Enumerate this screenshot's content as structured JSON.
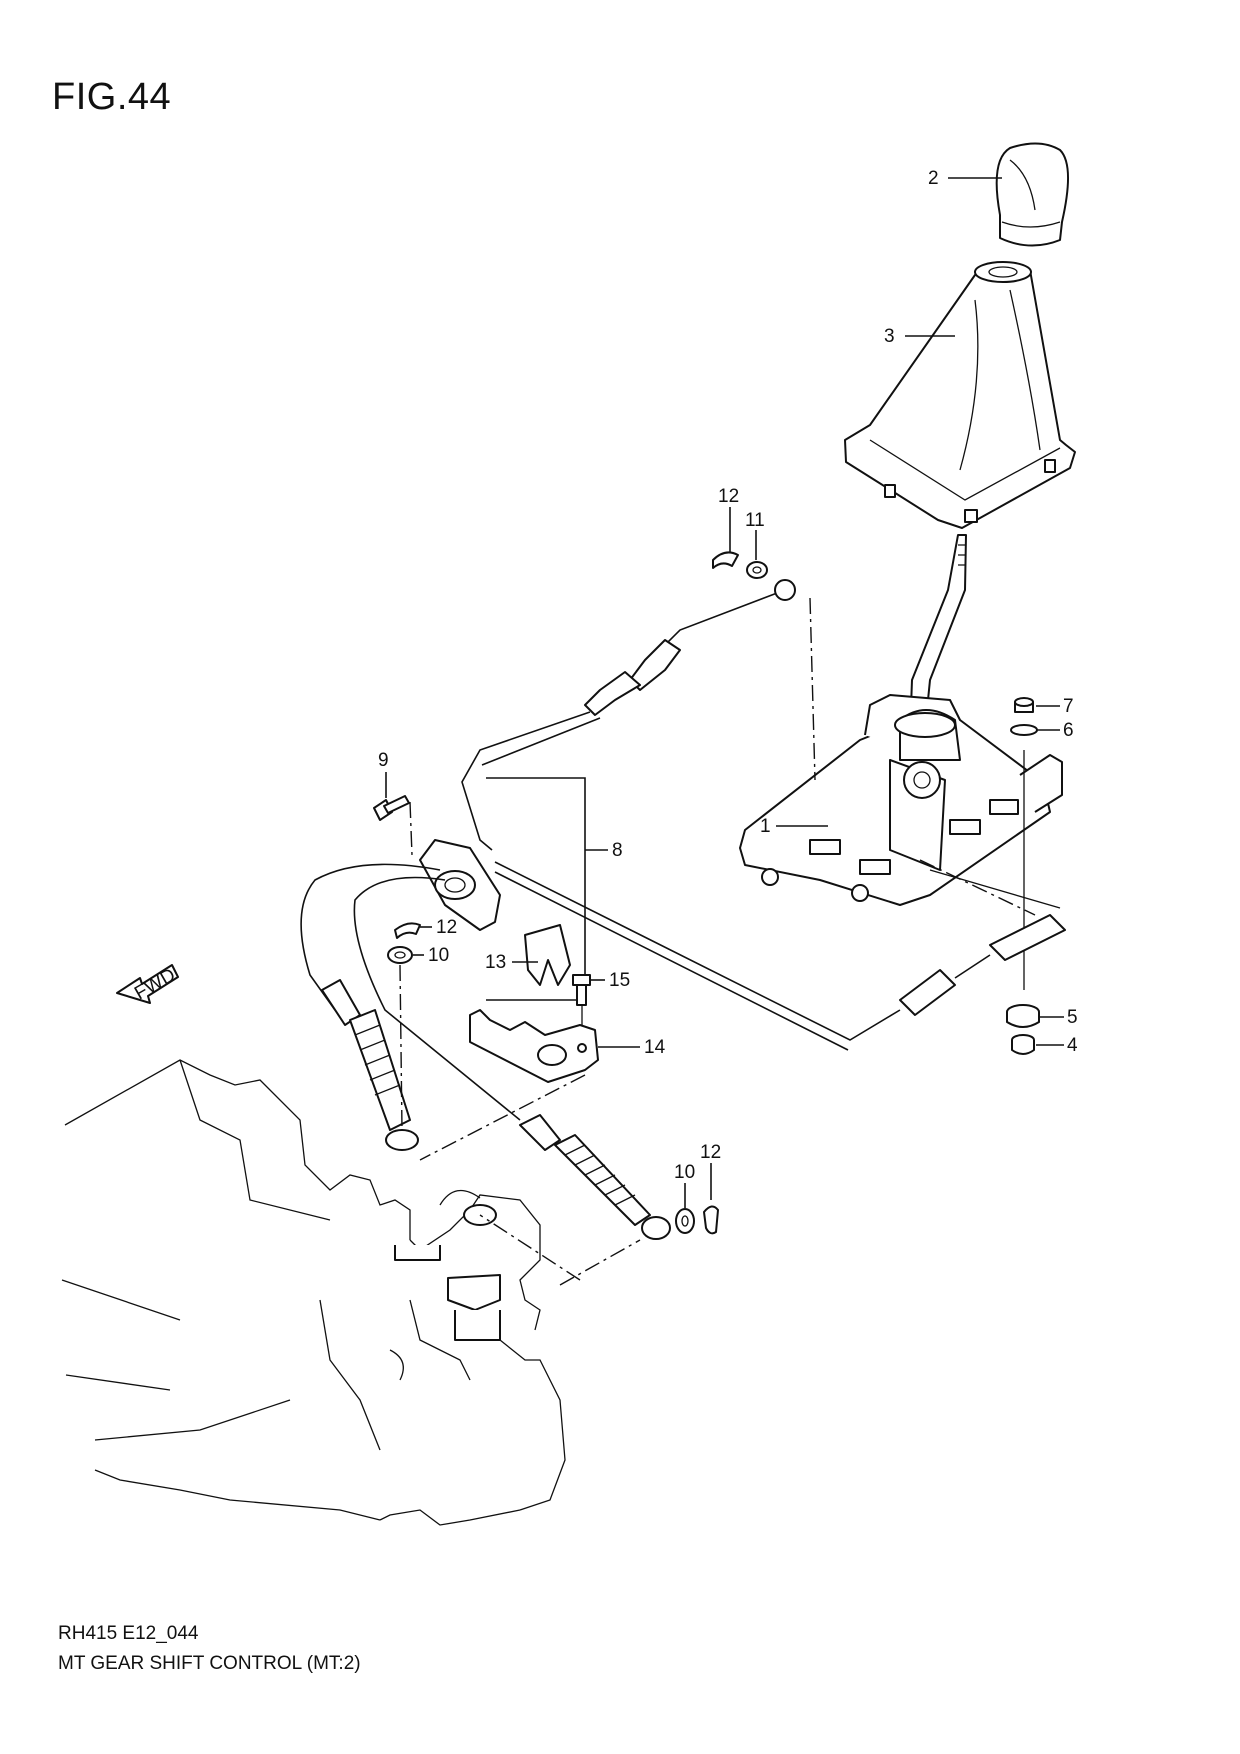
{
  "figure": {
    "title": "FIG.44"
  },
  "callouts": {
    "c1": "1",
    "c2": "2",
    "c3": "3",
    "c4": "4",
    "c5": "5",
    "c6": "6",
    "c7": "7",
    "c8": "8",
    "c9": "9",
    "c10a": "10",
    "c10b": "10",
    "c11": "11",
    "c12a": "12",
    "c12b": "12",
    "c12c": "12",
    "c13": "13",
    "c14": "14",
    "c15": "15"
  },
  "fwd_badge": "FWD",
  "footer": {
    "code": "RH415 E12_044",
    "name": "MT GEAR SHIFT CONTROL (MT:2)"
  }
}
